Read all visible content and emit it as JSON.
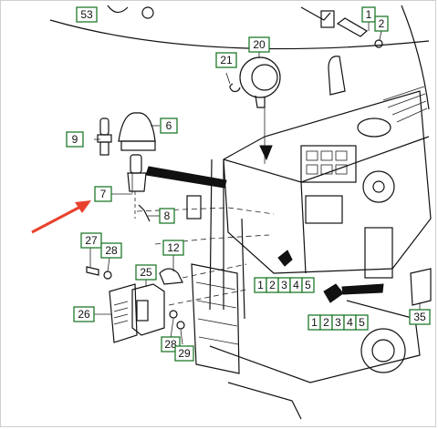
{
  "callouts": [
    {
      "id": "53",
      "label": "53"
    },
    {
      "id": "1-top",
      "label": "1"
    },
    {
      "id": "2-top",
      "label": "2"
    },
    {
      "id": "20",
      "label": "20"
    },
    {
      "id": "21",
      "label": "21"
    },
    {
      "id": "6",
      "label": "6"
    },
    {
      "id": "9",
      "label": "9"
    },
    {
      "id": "7",
      "label": "7"
    },
    {
      "id": "8",
      "label": "8"
    },
    {
      "id": "27",
      "label": "27"
    },
    {
      "id": "28-top",
      "label": "28"
    },
    {
      "id": "12",
      "label": "12"
    },
    {
      "id": "25",
      "label": "25"
    },
    {
      "id": "26",
      "label": "26"
    },
    {
      "id": "1-mid",
      "label": "1"
    },
    {
      "id": "2-mid",
      "label": "2"
    },
    {
      "id": "3-mid",
      "label": "3"
    },
    {
      "id": "4-mid",
      "label": "4"
    },
    {
      "id": "5-mid",
      "label": "5"
    },
    {
      "id": "1-low",
      "label": "1"
    },
    {
      "id": "2-low",
      "label": "2"
    },
    {
      "id": "3-low",
      "label": "3"
    },
    {
      "id": "4-low",
      "label": "4"
    },
    {
      "id": "5-low",
      "label": "5"
    },
    {
      "id": "28-bot",
      "label": "28"
    },
    {
      "id": "29",
      "label": "29"
    },
    {
      "id": "35",
      "label": "35"
    }
  ],
  "colors": {
    "callout_border": "#1f7a2b",
    "arrow": "#e8412c",
    "line": "#111111"
  }
}
